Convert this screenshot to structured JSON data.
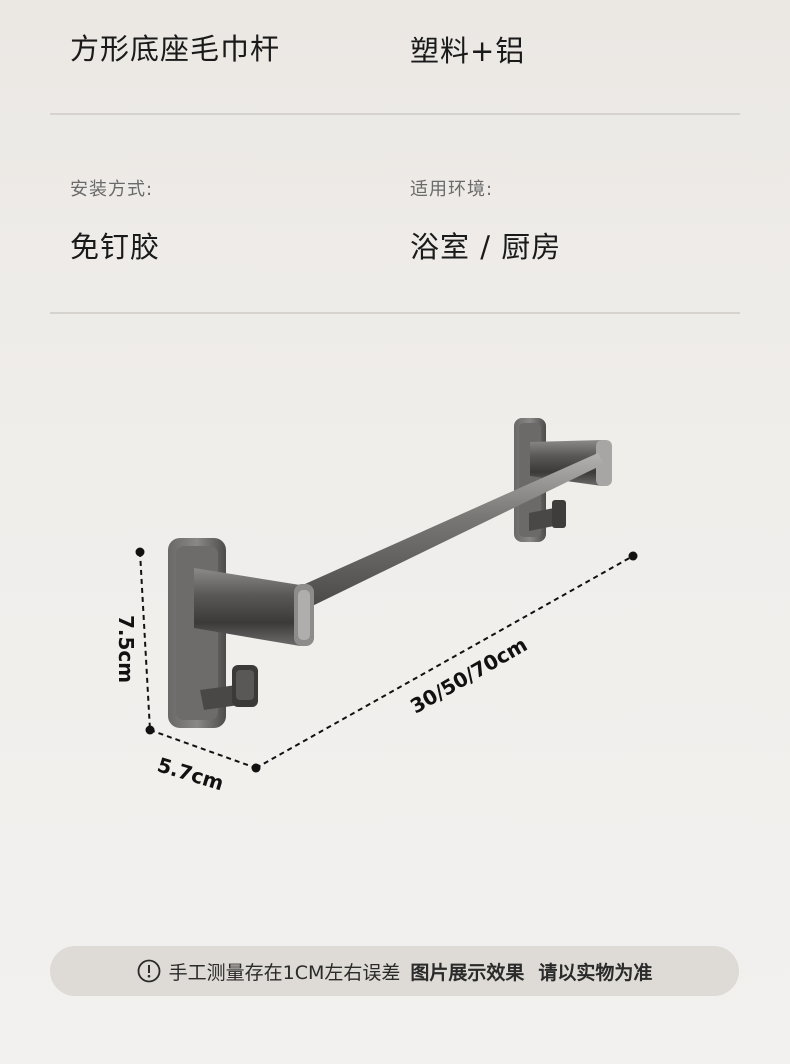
{
  "specs": {
    "row1": {
      "left_value": "方形底座毛巾杆",
      "right_value": "塑料+铝"
    },
    "row2": {
      "left_label": "安装方式:",
      "left_value": "免钉胶",
      "right_label": "适用环境:",
      "right_value": "浴室 / 厨房"
    }
  },
  "dimensions": {
    "height": "7.5cm",
    "depth": "5.7cm",
    "length": "30/50/70cm"
  },
  "notice": {
    "icon": "info-icon",
    "text_main": "手工测量存在1CM左右误差",
    "text_bold_1": "图片展示效果",
    "text_bold_2": "请以实物为准"
  }
}
